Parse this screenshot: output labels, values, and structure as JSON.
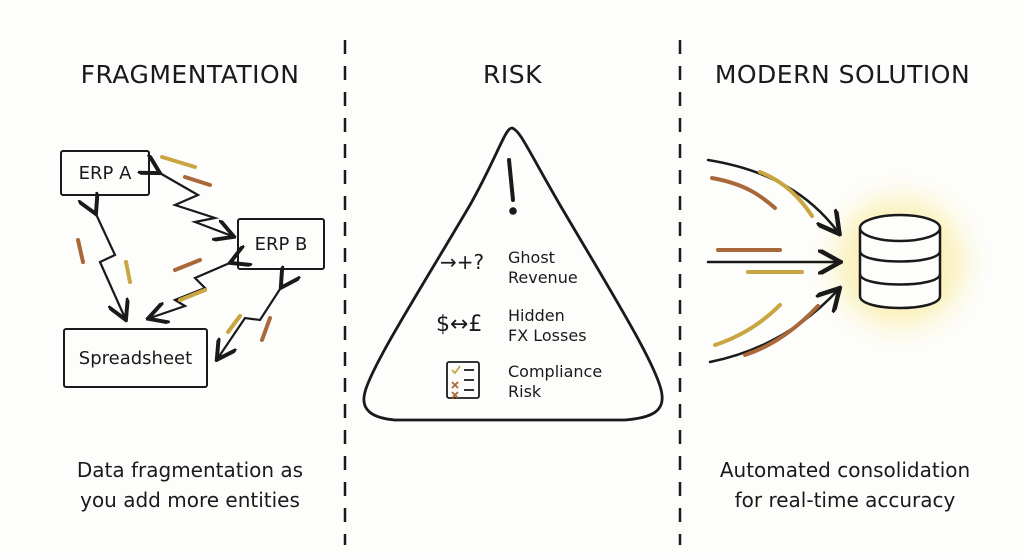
{
  "columns": [
    {
      "title": "FRAGMENTATION",
      "caption_line1": "Data fragmentation as",
      "caption_line2": "you add more entities"
    },
    {
      "title": "RISK"
    },
    {
      "title": "MODERN SOLUTION",
      "caption_line1": "Automated consolidation",
      "caption_line2": "for real-time accuracy"
    }
  ],
  "fragmentation": {
    "nodes": [
      "ERP A",
      "ERP B",
      "Spreadsheet"
    ]
  },
  "risk": {
    "items": [
      {
        "icon_text": "→+?",
        "icon": "ghost-revenue-icon",
        "line1": "Ghost",
        "line2": "Revenue"
      },
      {
        "icon_text": "$↔£",
        "icon": "currency-exchange-icon",
        "line1": "Hidden",
        "line2": "FX Losses"
      },
      {
        "icon": "checklist-icon",
        "line1": "Compliance",
        "line2": "Risk"
      }
    ]
  },
  "colors": {
    "ink": "#1a1a1a",
    "gold": "#c9a642",
    "brown": "#a8683a",
    "glow": "#f7e27a"
  }
}
